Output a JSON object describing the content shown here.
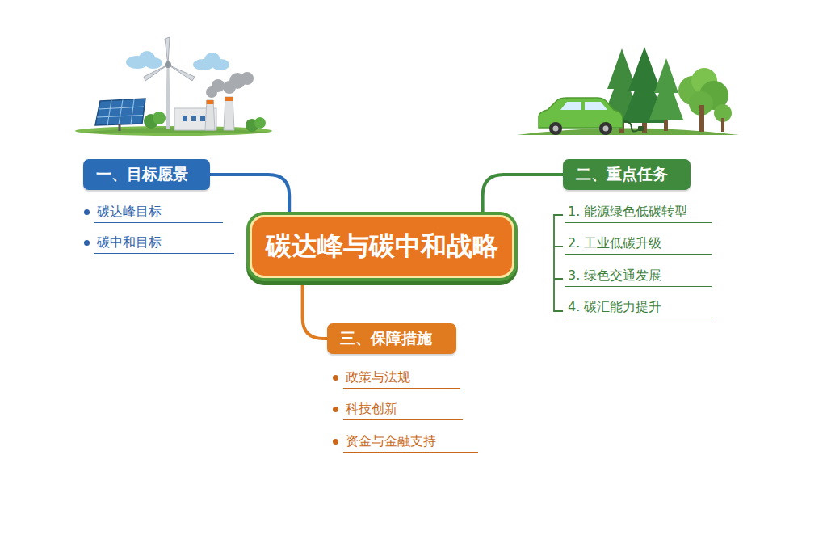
{
  "diagram": {
    "nodes": [
      {
        "text": [
          "碳达峰与碳中和战略"
        ]
      },
      {
        "text": [
          "一、目标愿景"
        ]
      },
      {
        "text": [
          "碳达峰目标"
        ]
      },
      {
        "text": [
          "碳中和目标"
        ]
      },
      {
        "text": [
          "二、重点任务"
        ]
      },
      {
        "text": [
          "1. 能源绿色低碳转型"
        ]
      },
      {
        "text": [
          "2. 工业低碳升级"
        ]
      },
      {
        "text": [
          "3. 绿色交通发展"
        ]
      },
      {
        "text": [
          "4. 碳汇能力提升"
        ]
      },
      {
        "text": [
          "三、保障措施"
        ]
      },
      {
        "text": [
          "政策与法规"
        ]
      },
      {
        "text": [
          "科技创新"
        ]
      },
      {
        "text": [
          "资金与金融支持"
        ]
      }
    ],
    "edges": [
      {
        "from": 0,
        "to": 1,
        "arrow": "none"
      },
      {
        "from": 0,
        "to": 4,
        "arrow": "none"
      },
      {
        "from": 0,
        "to": 9,
        "arrow": "none"
      }
    ]
  }
}
